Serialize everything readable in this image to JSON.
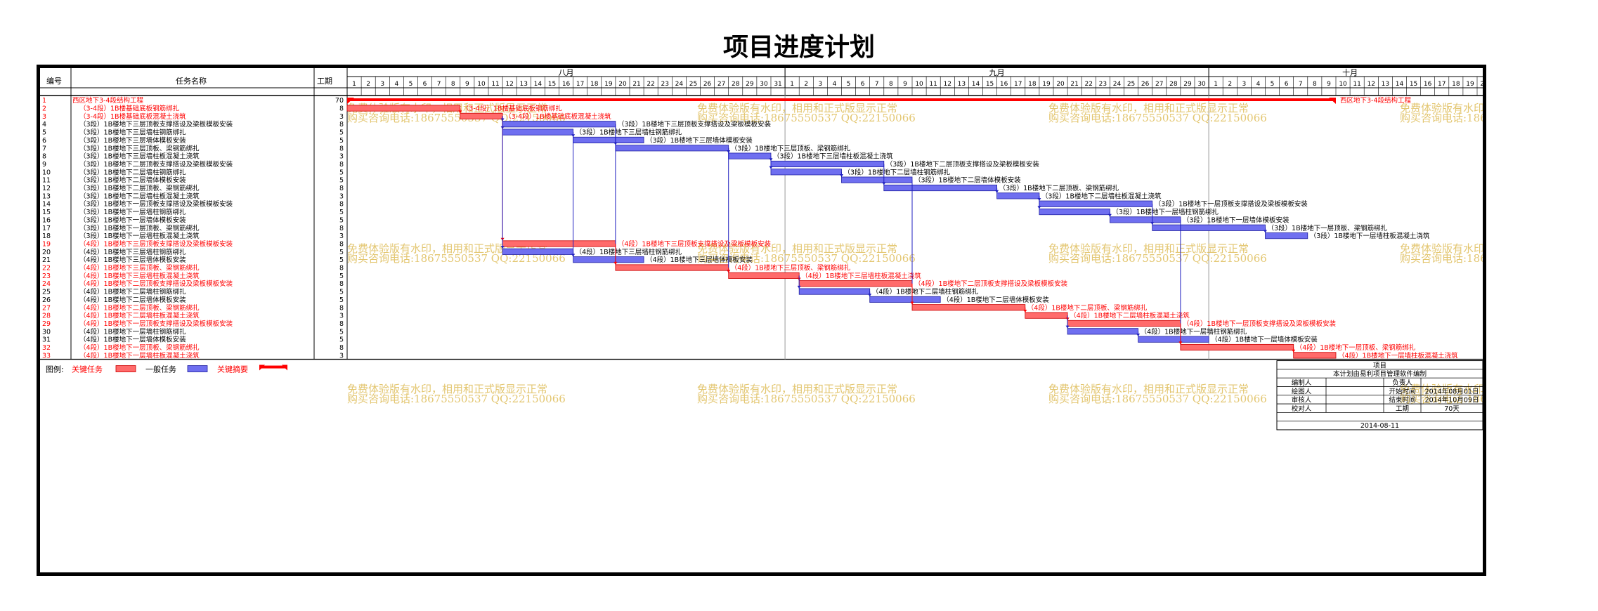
{
  "page_title": "项目进度计划",
  "headers": {
    "no": "编号",
    "name": "任务名称",
    "duration": "工期"
  },
  "months": [
    {
      "label": "八月",
      "days": 31
    },
    {
      "label": "九月",
      "days": 30
    },
    {
      "label": "十月",
      "days": 20
    }
  ],
  "tasks": [
    {
      "no": "1",
      "name": "西区地下3-4段结构工程",
      "duration": "70",
      "type": "summary",
      "start": 0,
      "len": 70,
      "label": "西区地下3-4段结构工程"
    },
    {
      "no": "2",
      "name": "（3-4段）1B楼基础底板钢筋绑扎",
      "duration": "8",
      "type": "critical",
      "start": 0,
      "len": 8,
      "label": "（3-4段）1B楼基础底板钢筋绑扎"
    },
    {
      "no": "3",
      "name": "（3-4段）1B楼基础底板混凝土浇筑",
      "duration": "3",
      "type": "critical",
      "start": 8,
      "len": 3,
      "label": "（3-4段）1B楼基础底板混凝土浇筑"
    },
    {
      "no": "4",
      "name": "（3段）1B楼地下三层顶板支撑搭设及梁板模板安装",
      "duration": "8",
      "type": "normal",
      "start": 11,
      "len": 8,
      "label": "（3段）1B楼地下三层顶板支撑搭设及梁板模板安装"
    },
    {
      "no": "5",
      "name": "（3段）1B楼地下三层墙柱钢筋绑扎",
      "duration": "5",
      "type": "normal",
      "start": 11,
      "len": 5,
      "label": "（3段）1B楼地下三层墙柱钢筋绑扎"
    },
    {
      "no": "6",
      "name": "（3段）1B楼地下三层墙体模板安装",
      "duration": "5",
      "type": "normal",
      "start": 16,
      "len": 5,
      "label": "（3段）1B楼地下三层墙体模板安装"
    },
    {
      "no": "7",
      "name": "（3段）1B楼地下三层顶板、梁钢筋绑扎",
      "duration": "8",
      "type": "normal",
      "start": 19,
      "len": 8,
      "label": "（3段）1B楼地下三层顶板、梁钢筋绑扎"
    },
    {
      "no": "8",
      "name": "（3段）1B楼地下三层墙柱板混凝土浇筑",
      "duration": "3",
      "type": "normal",
      "start": 27,
      "len": 3,
      "label": "（3段）1B楼地下三层墙柱板混凝土浇筑"
    },
    {
      "no": "9",
      "name": "（3段）1B楼地下二层顶板支撑搭设及梁板模板安装",
      "duration": "8",
      "type": "normal",
      "start": 30,
      "len": 8,
      "label": "（3段）1B楼地下二层顶板支撑搭设及梁板模板安装"
    },
    {
      "no": "10",
      "name": "（3段）1B楼地下二层墙柱钢筋绑扎",
      "duration": "5",
      "type": "normal",
      "start": 30,
      "len": 5,
      "label": "（3段）1B楼地下二层墙柱钢筋绑扎"
    },
    {
      "no": "11",
      "name": "（3段）1B楼地下二层墙体模板安装",
      "duration": "5",
      "type": "normal",
      "start": 35,
      "len": 5,
      "label": "（3段）1B楼地下二层墙体模板安装"
    },
    {
      "no": "12",
      "name": "（3段）1B楼地下二层顶板、梁钢筋绑扎",
      "duration": "8",
      "type": "normal",
      "start": 38,
      "len": 8,
      "label": "（3段）1B楼地下二层顶板、梁钢筋绑扎"
    },
    {
      "no": "13",
      "name": "（3段）1B楼地下二层墙柱板混凝土浇筑",
      "duration": "3",
      "type": "normal",
      "start": 46,
      "len": 3,
      "label": "（3段）1B楼地下二层墙柱板混凝土浇筑"
    },
    {
      "no": "14",
      "name": "（3段）1B楼地下一层顶板支撑搭设及梁板模板安装",
      "duration": "8",
      "type": "normal",
      "start": 49,
      "len": 8,
      "label": "（3段）1B楼地下一层顶板支撑搭设及梁板模板安装"
    },
    {
      "no": "15",
      "name": "（3段）1B楼地下一层墙柱钢筋绑扎",
      "duration": "5",
      "type": "normal",
      "start": 49,
      "len": 5,
      "label": "（3段）1B楼地下一层墙柱钢筋绑扎"
    },
    {
      "no": "16",
      "name": "（3段）1B楼地下一层墙体模板安装",
      "duration": "5",
      "type": "normal",
      "start": 54,
      "len": 5,
      "label": "（3段）1B楼地下一层墙体模板安装"
    },
    {
      "no": "17",
      "name": "（3段）1B楼地下一层顶板、梁钢筋绑扎",
      "duration": "8",
      "type": "normal",
      "start": 57,
      "len": 8,
      "label": "（3段）1B楼地下一层顶板、梁钢筋绑扎"
    },
    {
      "no": "18",
      "name": "（3段）1B楼地下一层墙柱板混凝土浇筑",
      "duration": "3",
      "type": "normal",
      "start": 65,
      "len": 3,
      "label": "（3段）1B楼地下一层墙柱板混凝土浇筑"
    },
    {
      "no": "19",
      "name": "（4段）1B楼地下三层顶板支撑搭设及梁板模板安装",
      "duration": "8",
      "type": "critical",
      "start": 11,
      "len": 8,
      "label": "（4段）1B楼地下三层顶板支撑搭设及梁板模板安装"
    },
    {
      "no": "20",
      "name": "（4段）1B楼地下三层墙柱钢筋绑扎",
      "duration": "5",
      "type": "normal",
      "start": 11,
      "len": 5,
      "label": "（4段）1B楼地下三层墙柱钢筋绑扎"
    },
    {
      "no": "21",
      "name": "（4段）1B楼地下三层墙体模板安装",
      "duration": "5",
      "type": "normal",
      "start": 16,
      "len": 5,
      "label": "（4段）1B楼地下三层墙体模板安装"
    },
    {
      "no": "22",
      "name": "（4段）1B楼地下三层顶板、梁钢筋绑扎",
      "duration": "8",
      "type": "critical",
      "start": 19,
      "len": 8,
      "label": "（4段）1B楼地下三层顶板、梁钢筋绑扎"
    },
    {
      "no": "23",
      "name": "（4段）1B楼地下三层墙柱板混凝土浇筑",
      "duration": "5",
      "type": "critical",
      "start": 27,
      "len": 5,
      "label": "（4段）1B楼地下三层墙柱板混凝土浇筑"
    },
    {
      "no": "24",
      "name": "（4段）1B楼地下二层顶板支撑搭设及梁板模板安装",
      "duration": "8",
      "type": "critical",
      "start": 32,
      "len": 8,
      "label": "（4段）1B楼地下二层顶板支撑搭设及梁板模板安装"
    },
    {
      "no": "25",
      "name": "（4段）1B楼地下二层墙柱钢筋绑扎",
      "duration": "5",
      "type": "normal",
      "start": 32,
      "len": 5,
      "label": "（4段）1B楼地下二层墙柱钢筋绑扎"
    },
    {
      "no": "26",
      "name": "（4段）1B楼地下二层墙体模板安装",
      "duration": "5",
      "type": "normal",
      "start": 37,
      "len": 5,
      "label": "（4段）1B楼地下二层墙体模板安装"
    },
    {
      "no": "27",
      "name": "（4段）1B楼地下二层顶板、梁钢筋绑扎",
      "duration": "8",
      "type": "critical",
      "start": 40,
      "len": 8,
      "label": "（4段）1B楼地下二层顶板、梁钢筋绑扎"
    },
    {
      "no": "28",
      "name": "（4段）1B楼地下二层墙柱板混凝土浇筑",
      "duration": "3",
      "type": "critical",
      "start": 48,
      "len": 3,
      "label": "（4段）1B楼地下二层墙柱板混凝土浇筑"
    },
    {
      "no": "29",
      "name": "（4段）1B楼地下一层顶板支撑搭设及梁板模板安装",
      "duration": "8",
      "type": "critical",
      "start": 51,
      "len": 8,
      "label": "（4段）1B楼地下一层顶板支撑搭设及梁板模板安装"
    },
    {
      "no": "30",
      "name": "（4段）1B楼地下一层墙柱钢筋绑扎",
      "duration": "5",
      "type": "normal",
      "start": 51,
      "len": 5,
      "label": "（4段）1B楼地下一层墙柱钢筋绑扎"
    },
    {
      "no": "31",
      "name": "（4段）1B楼地下一层墙体模板安装",
      "duration": "5",
      "type": "normal",
      "start": 56,
      "len": 5,
      "label": "（4段）1B楼地下一层墙体模板安装"
    },
    {
      "no": "32",
      "name": "（4段）1B楼地下一层顶板、梁钢筋绑扎",
      "duration": "8",
      "type": "critical",
      "start": 59,
      "len": 8,
      "label": "（4段）1B楼地下一层顶板、梁钢筋绑扎"
    },
    {
      "no": "33",
      "name": "（4段）1B楼地下一层墙柱板混凝土浇筑",
      "duration": "3",
      "type": "critical",
      "start": 67,
      "len": 3,
      "label": "（4段）1B楼地下一层墙柱板混凝土浇筑"
    }
  ],
  "legend": {
    "title": "图例:",
    "critical": "关键任务",
    "normal": "一般任务",
    "summary": "关键摘要"
  },
  "watermark": {
    "line1": "免费体验版有水印，相用和正式版显示正常",
    "line2": "购买咨询电话:18675550537 QQ:22150066"
  },
  "info_box": {
    "project": "项目",
    "made_by": "本计划由易利项目管理软件编制",
    "cells": [
      [
        "编制人",
        "",
        "负责人",
        ""
      ],
      [
        "绘图人",
        "",
        "开始时间",
        "2014年08月01日"
      ],
      [
        "审核人",
        "",
        "结束时间",
        "2014年10月09日"
      ],
      [
        "校对人",
        "",
        "工期",
        "70天"
      ]
    ],
    "date": "2014-08-11"
  },
  "colors": {
    "critical": "#ff6b6b",
    "normal": "#6f6ff0",
    "summary": "#ff0000",
    "critical_text": "#ff0000",
    "border": "#000000"
  }
}
